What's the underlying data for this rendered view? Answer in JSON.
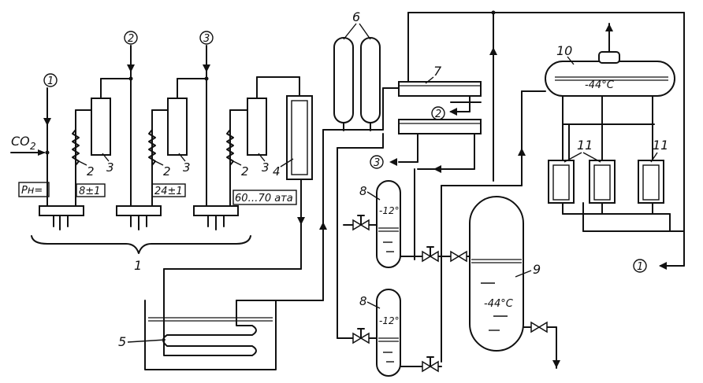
{
  "labels": {
    "co2": "CO",
    "co2_sub": "2",
    "pressure_label": "Pн=",
    "p_stage1": "8±1",
    "p_stage2": "24±1",
    "p_stage3": "60…70 ата",
    "temp_cooler": "-12°",
    "temp_receiver": "-44°C",
    "temp_header": "-44°C",
    "node1": "1",
    "node2": "2",
    "node3": "3",
    "n1": "1",
    "n2": "2",
    "n3": "3",
    "n4": "4",
    "n5": "5",
    "n6": "6",
    "n7": "7",
    "n8": "8",
    "n9": "9",
    "n10": "10",
    "n11": "11"
  }
}
